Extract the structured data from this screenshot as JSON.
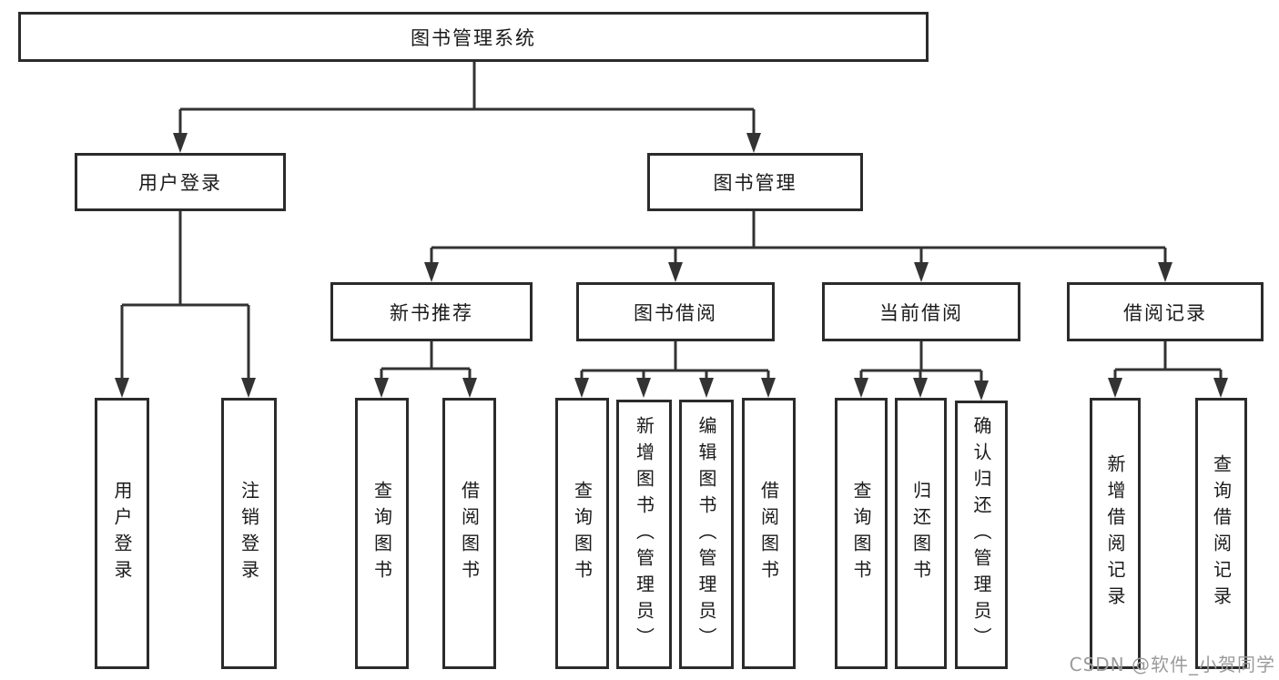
{
  "diagram": {
    "root": {
      "label": "图书管理系统"
    },
    "branches": {
      "user_login": {
        "label": "用户登录",
        "children": [
          {
            "label": "用户登录"
          },
          {
            "label": "注销登录"
          }
        ]
      },
      "book_mgmt": {
        "label": "图书管理",
        "children": [
          {
            "label": "新书推荐",
            "children": [
              {
                "label": "查询图书"
              },
              {
                "label": "借阅图书"
              }
            ]
          },
          {
            "label": "图书借阅",
            "children": [
              {
                "label": "查询图书"
              },
              {
                "label": "新增图书（管理员）"
              },
              {
                "label": "编辑图书（管理员）"
              },
              {
                "label": "借阅图书"
              }
            ]
          },
          {
            "label": "当前借阅",
            "children": [
              {
                "label": "查询图书"
              },
              {
                "label": "归还图书"
              },
              {
                "label": "确认归还（管理员）"
              }
            ]
          },
          {
            "label": "借阅记录",
            "children": [
              {
                "label": "新增借阅记录"
              },
              {
                "label": "查询借阅记录"
              }
            ]
          }
        ]
      }
    }
  },
  "watermark": {
    "text": "CSDN @软件_小贺同学"
  },
  "colors": {
    "line": "#333333",
    "box_border": "#2b2b2b",
    "box_bg": "#ffffff",
    "text": "#1a1a1a",
    "watermark": "#9b9b9b",
    "background": "#ffffff"
  }
}
